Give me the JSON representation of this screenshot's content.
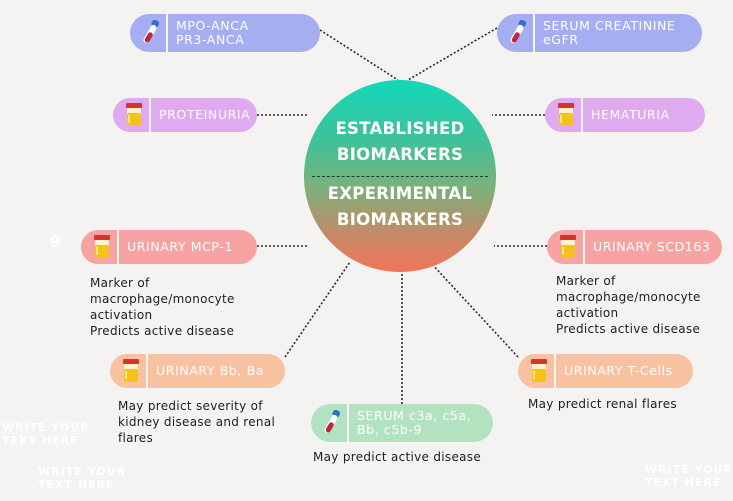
{
  "hub": {
    "established": [
      "ESTABLISHED",
      "BIOMARKERS"
    ],
    "experimental": [
      "EXPERIMENTAL",
      "BIOMARKERS"
    ]
  },
  "biomarkers": [
    {
      "id": "mpo",
      "lines": [
        "MPO-ANCA",
        "PR3-ANCA"
      ],
      "icon": "blood-tube-icon",
      "color": "#a6aef2",
      "desc": []
    },
    {
      "id": "creat",
      "lines": [
        "SERUM CREATININE",
        "eGFR"
      ],
      "icon": "blood-tube-icon",
      "color": "#a6aef2",
      "desc": []
    },
    {
      "id": "prot",
      "lines": [
        "PROTEINURIA"
      ],
      "icon": "urine-cup-icon",
      "color": "#dfaaf0",
      "desc": []
    },
    {
      "id": "hema",
      "lines": [
        "HEMATURIA"
      ],
      "icon": "urine-cup-icon",
      "color": "#dfaaf0",
      "desc": []
    },
    {
      "id": "mcp",
      "lines": [
        "URINARY MCP-1"
      ],
      "icon": "urine-cup-icon",
      "color": "#f7a3a3",
      "desc": [
        "Marker of",
        "macrophage/monocyte",
        "activation",
        "Predicts active disease"
      ]
    },
    {
      "id": "scd",
      "lines": [
        "URINARY SCD163"
      ],
      "icon": "urine-cup-icon",
      "color": "#f7a3a3",
      "desc": [
        "Marker of",
        "macrophage/monocyte",
        "activation",
        "Predicts active disease"
      ]
    },
    {
      "id": "bb",
      "lines": [
        "URINARY Bb, Ba"
      ],
      "icon": "urine-cup-icon",
      "color": "#f8c2a0",
      "desc": [
        "May predict severity of",
        "kidney disease and renal",
        "flares"
      ]
    },
    {
      "id": "tcell",
      "lines": [
        "URINARY T-Cells"
      ],
      "icon": "urine-cup-icon",
      "color": "#f8c2a0",
      "desc": [
        "May predict renal flares"
      ]
    },
    {
      "id": "serum",
      "lines": [
        "SERUM c3a, c5a,",
        "Bb, c5b-9"
      ],
      "icon": "blood-tube-icon",
      "color": "#b2e2c0",
      "desc": [
        "May predict active disease"
      ]
    }
  ],
  "ghost_text": [
    {
      "id": "g1",
      "lines": [
        "9"
      ]
    },
    {
      "id": "g2",
      "lines": [
        "WRITE YOUR",
        "TEXT HERE"
      ]
    },
    {
      "id": "g3",
      "lines": [
        "WRITE YOUR",
        "TEXT HERE"
      ]
    },
    {
      "id": "g4",
      "lines": [
        "WRITE YOUR",
        "TEXT HERE"
      ]
    }
  ]
}
